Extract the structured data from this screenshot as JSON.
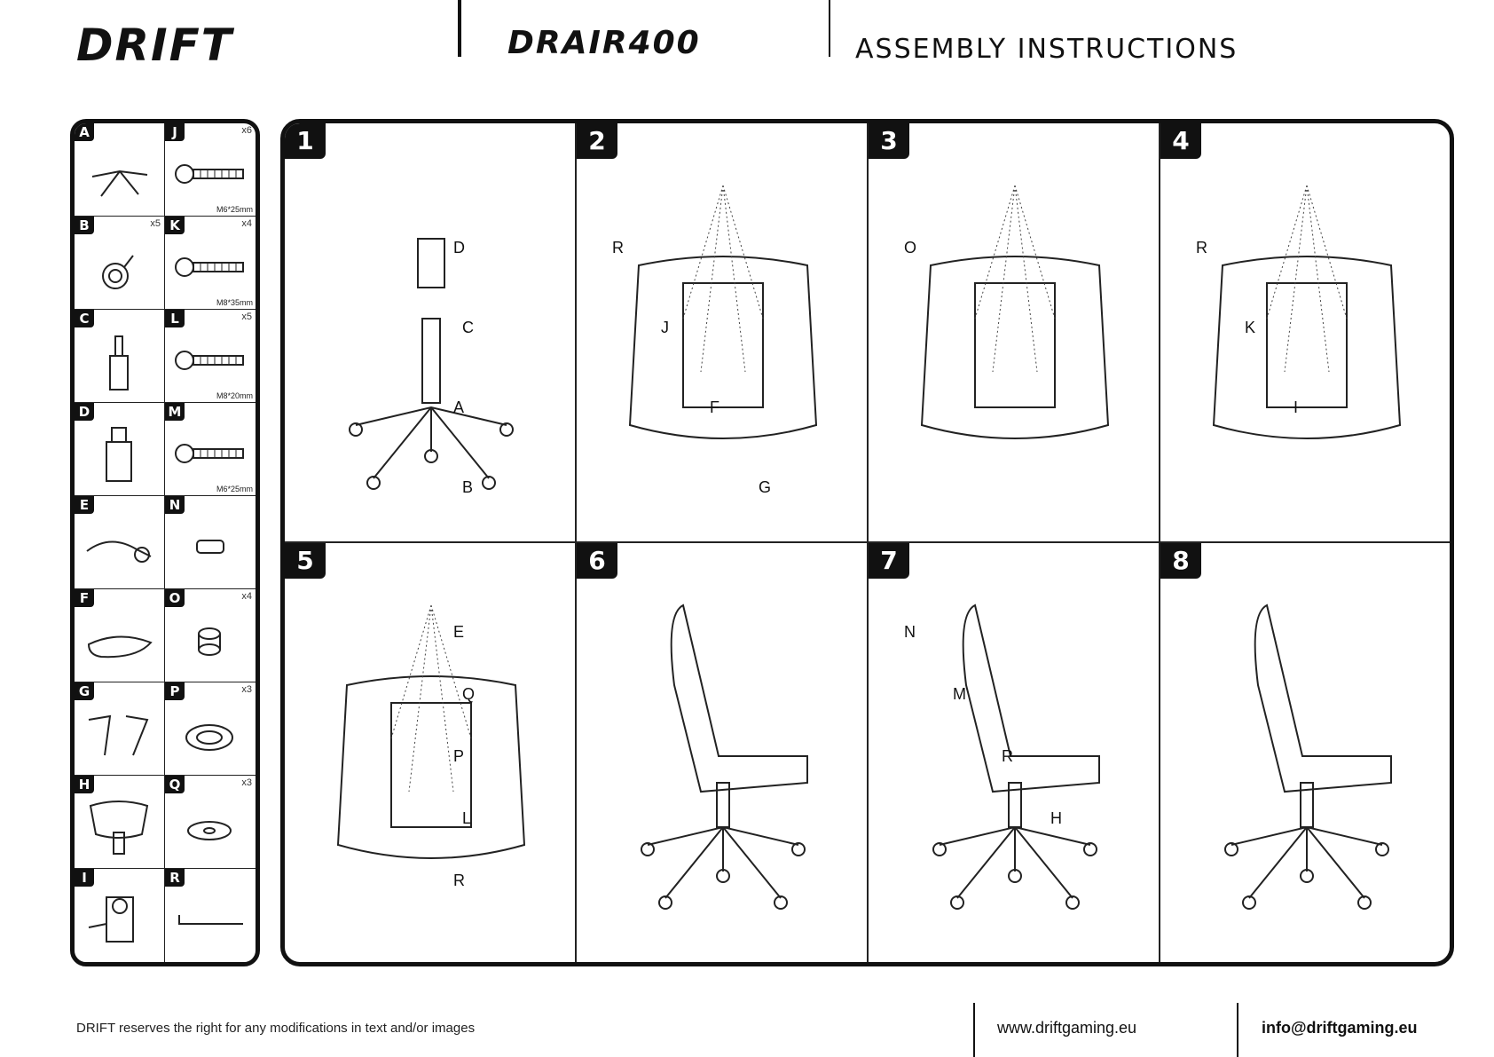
{
  "header": {
    "brand_logo": "DRIFT",
    "model_logo": "DRAIR400",
    "title": "ASSEMBLY INSTRUCTIONS"
  },
  "parts": [
    {
      "letter": "A",
      "qty": "",
      "spec": "",
      "icon": "star-base-icon"
    },
    {
      "letter": "J",
      "qty": "x6",
      "spec": "M6*25mm",
      "icon": "bolt-icon"
    },
    {
      "letter": "B",
      "qty": "x5",
      "spec": "",
      "icon": "caster-wheel-icon"
    },
    {
      "letter": "K",
      "qty": "x4",
      "spec": "M8*35mm",
      "icon": "bolt-icon"
    },
    {
      "letter": "C",
      "qty": "",
      "spec": "",
      "icon": "gas-lift-icon"
    },
    {
      "letter": "L",
      "qty": "x5",
      "spec": "M8*20mm",
      "icon": "bolt-icon"
    },
    {
      "letter": "D",
      "qty": "",
      "spec": "",
      "icon": "lift-cover-icon"
    },
    {
      "letter": "M",
      "qty": "",
      "spec": "M6*25mm",
      "icon": "bolt-icon"
    },
    {
      "letter": "E",
      "qty": "",
      "spec": "",
      "icon": "mechanism-lever-icon"
    },
    {
      "letter": "N",
      "qty": "",
      "spec": "",
      "icon": "cap-icon"
    },
    {
      "letter": "F",
      "qty": "",
      "spec": "",
      "icon": "seat-icon"
    },
    {
      "letter": "O",
      "qty": "x4",
      "spec": "",
      "icon": "spacer-icon"
    },
    {
      "letter": "G",
      "qty": "",
      "spec": "",
      "icon": "armrest-icon"
    },
    {
      "letter": "P",
      "qty": "x3",
      "spec": "",
      "icon": "spring-washer-icon"
    },
    {
      "letter": "H",
      "qty": "",
      "spec": "",
      "icon": "headrest-icon"
    },
    {
      "letter": "Q",
      "qty": "x3",
      "spec": "",
      "icon": "flat-washer-icon"
    },
    {
      "letter": "I",
      "qty": "",
      "spec": "",
      "icon": "tilt-mechanism-icon"
    },
    {
      "letter": "R",
      "qty": "",
      "spec": "",
      "icon": "allen-key-icon"
    }
  ],
  "steps": [
    {
      "number": "1",
      "callouts": [
        "D",
        "C",
        "A",
        "B"
      ]
    },
    {
      "number": "2",
      "callouts": [
        "R",
        "J",
        "F",
        "G"
      ]
    },
    {
      "number": "3",
      "callouts": [
        "O"
      ]
    },
    {
      "number": "4",
      "callouts": [
        "R",
        "K",
        "I"
      ]
    },
    {
      "number": "5",
      "callouts": [
        "E",
        "Q",
        "P",
        "L",
        "R"
      ]
    },
    {
      "number": "6",
      "callouts": []
    },
    {
      "number": "7",
      "callouts": [
        "N",
        "M",
        "R",
        "H"
      ]
    },
    {
      "number": "8",
      "callouts": []
    }
  ],
  "footer": {
    "disclaimer": "DRIFT reserves the right for any modifications in text and/or images",
    "website": "www.driftgaming.eu",
    "email": "info@driftgaming.eu"
  }
}
